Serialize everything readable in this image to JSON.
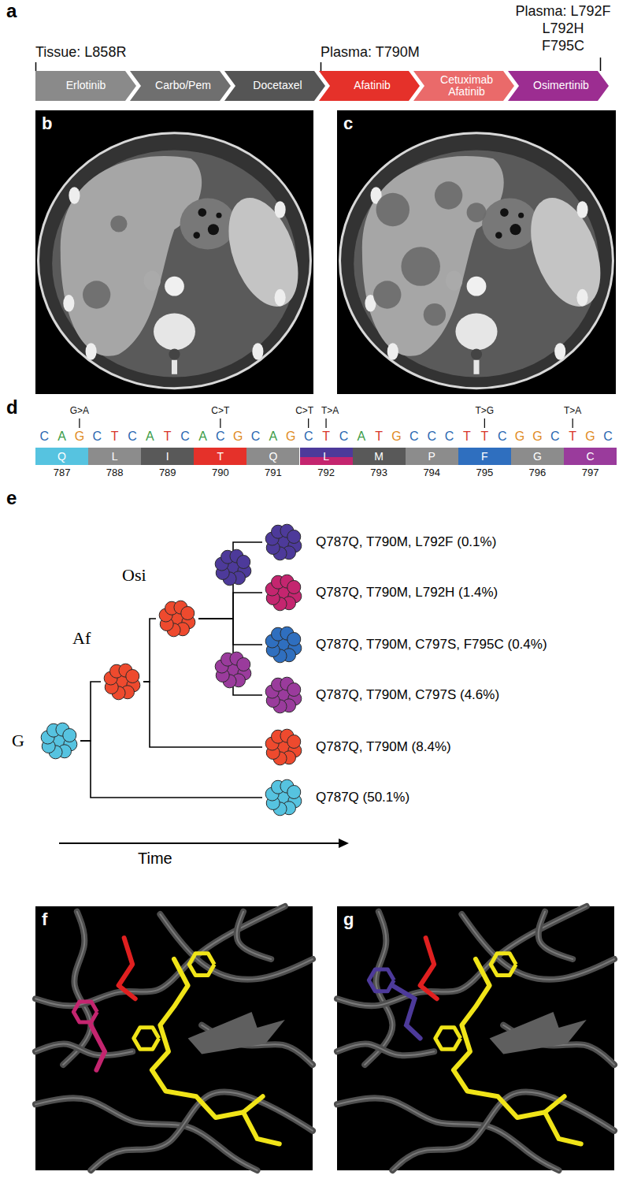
{
  "diagram": {
    "nodes": [
      {
        "text": [
          "Erlotinib"
        ]
      },
      {
        "text": [
          "Carbo/Pem"
        ]
      },
      {
        "text": [
          "Docetaxel"
        ]
      },
      {
        "text": [
          "Afatinib"
        ]
      },
      {
        "text": [
          "Cetuximab Afatinib"
        ]
      },
      {
        "text": [
          "Osimertinib"
        ]
      },
      {
        "text": [
          "Q",
          "787"
        ]
      },
      {
        "text": [
          "L",
          "788"
        ]
      },
      {
        "text": [
          "I",
          "789"
        ]
      },
      {
        "text": [
          "T",
          "790"
        ]
      },
      {
        "text": [
          "Q",
          "791"
        ]
      },
      {
        "text": [
          "L",
          "792"
        ]
      },
      {
        "text": [
          "M",
          "793"
        ]
      },
      {
        "text": [
          "P",
          "794"
        ]
      },
      {
        "text": [
          "F",
          "795"
        ]
      },
      {
        "text": [
          "G",
          "796"
        ]
      },
      {
        "text": [
          "C",
          "797"
        ]
      },
      {
        "text": [
          "G"
        ]
      },
      {
        "text": [
          "Af"
        ]
      },
      {
        "text": [
          "Osi"
        ]
      },
      {
        "text": [
          "Q787Q, T790M, L792F (0.1%)"
        ]
      },
      {
        "text": [
          "Q787Q, T790M, L792H (1.4%)"
        ]
      },
      {
        "text": [
          "Q787Q, T790M, C797S, F795C (0.4%)"
        ]
      },
      {
        "text": [
          "Q787Q, T790M, C797S (4.6%)"
        ]
      },
      {
        "text": [
          "Q787Q, T790M (8.4%)"
        ]
      },
      {
        "text": [
          "Q787Q (50.1%)"
        ]
      }
    ],
    "edges": [
      {
        "from": 17,
        "to": 18,
        "arrow": "none"
      },
      {
        "from": 17,
        "to": 25,
        "arrow": "none"
      },
      {
        "from": 18,
        "to": 19,
        "arrow": "none"
      },
      {
        "from": 18,
        "to": 24,
        "arrow": "none"
      },
      {
        "from": 19,
        "to": 20,
        "arrow": "none"
      },
      {
        "from": 19,
        "to": 21,
        "arrow": "none"
      },
      {
        "from": 19,
        "to": 22,
        "arrow": "none"
      },
      {
        "from": 19,
        "to": 23,
        "arrow": "none"
      }
    ],
    "labels": [
      "a",
      "Tissue: L858R",
      "Plasma: T790M",
      "Plasma: L792F",
      "L792H",
      "F795C",
      "b",
      "c",
      "d",
      "G>A",
      "C>T",
      "C>T",
      "T>A",
      "T>G",
      "T>A",
      "C",
      "A",
      "G",
      "C",
      "T",
      "C",
      "A",
      "T",
      "C",
      "A",
      "C",
      "G",
      "C",
      "A",
      "G",
      "C",
      "T",
      "C",
      "A",
      "T",
      "G",
      "C",
      "C",
      "C",
      "T",
      "T",
      "C",
      "G",
      "G",
      "C",
      "T",
      "G",
      "C",
      "e",
      "Time",
      "f",
      "g"
    ]
  }
}
